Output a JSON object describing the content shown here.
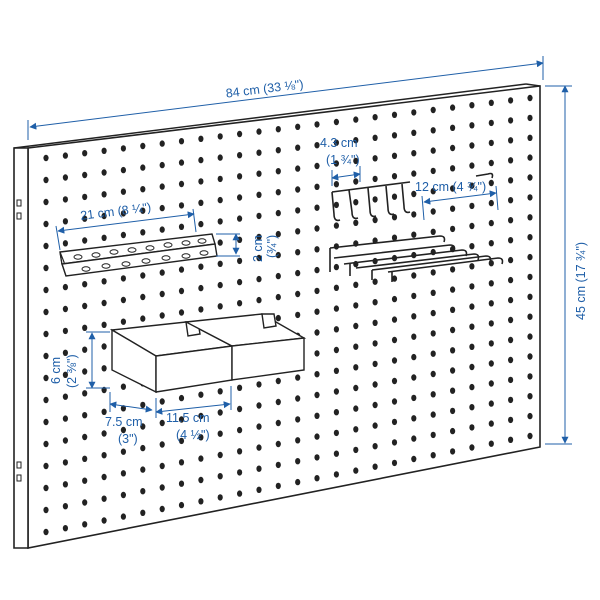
{
  "colors": {
    "dimension": "#1f5fa8",
    "outline": "#222222",
    "background": "#ffffff"
  },
  "dimensions": {
    "board_width": "84 cm (33 ⅛\")",
    "board_height": "45 cm (17 ¾\")",
    "hook_spacing": "4.3 cm",
    "hook_spacing_in": "(1 ¾\")",
    "long_hook": "12 cm (4 ¾\")",
    "rack_length": "21 cm (8 ¼\")",
    "rack_height": "2 cm",
    "rack_height_in": "(¾\")",
    "box_height": "6 cm",
    "box_height_in": "(2 ⅜\")",
    "box_depth": "7.5 cm",
    "box_depth_in": "(3\")",
    "box_width": "11.5 cm",
    "box_width_in": "(4 ½\")"
  }
}
